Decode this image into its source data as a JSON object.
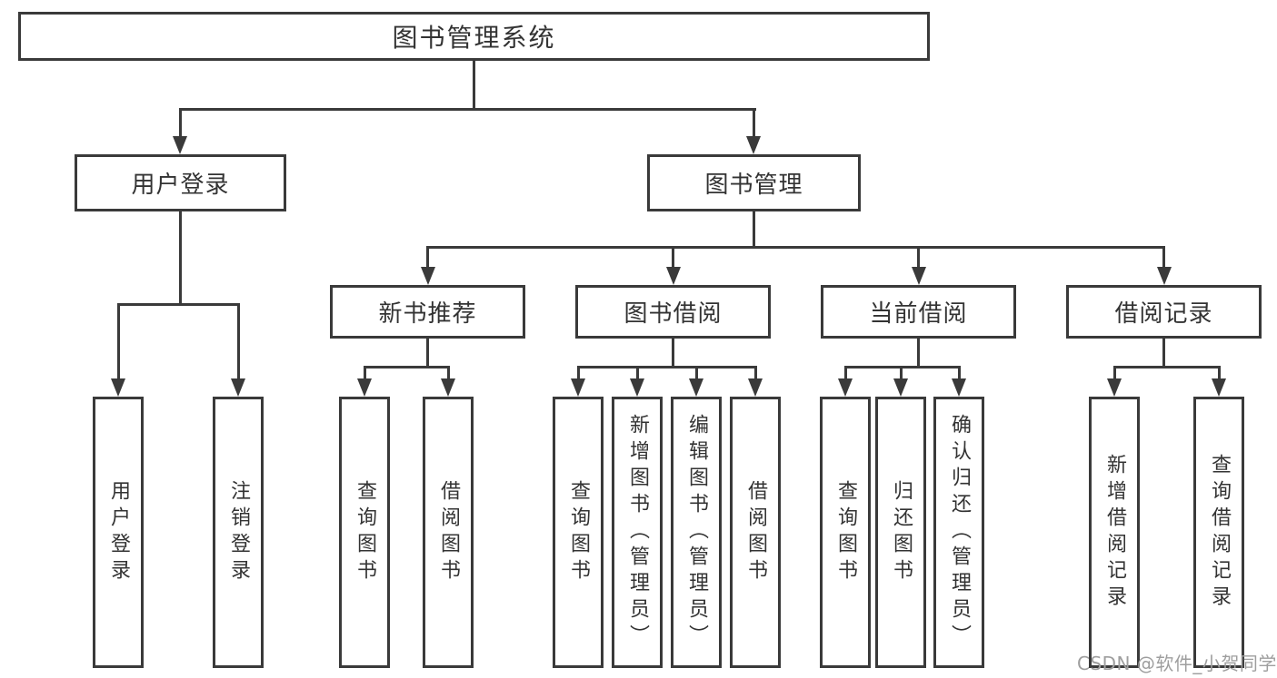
{
  "tree": {
    "root": {
      "label": "图书管理系统"
    },
    "level2": [
      {
        "label": "用户登录",
        "children": [
          {
            "label": "用户登录"
          },
          {
            "label": "注销登录"
          }
        ]
      },
      {
        "label": "图书管理",
        "children": [
          {
            "label": "新书推荐",
            "children": [
              {
                "label": "查询图书"
              },
              {
                "label": "借阅图书"
              }
            ]
          },
          {
            "label": "图书借阅",
            "children": [
              {
                "label": "查询图书"
              },
              {
                "label": "新增图书（管理员）"
              },
              {
                "label": "编辑图书（管理员）"
              },
              {
                "label": "借阅图书"
              }
            ]
          },
          {
            "label": "当前借阅",
            "children": [
              {
                "label": "查询图书"
              },
              {
                "label": "归还图书"
              },
              {
                "label": "确认归还（管理员）"
              }
            ]
          },
          {
            "label": "借阅记录",
            "children": [
              {
                "label": "新增借阅记录"
              },
              {
                "label": "查询借阅记录"
              }
            ]
          }
        ]
      }
    ]
  },
  "watermark": {
    "text": "CSDN @软件_小贺同学"
  },
  "colors": {
    "line": "#3a3a3a",
    "text": "#333333",
    "watermark": "#9e9e9e",
    "background": "#ffffff"
  }
}
